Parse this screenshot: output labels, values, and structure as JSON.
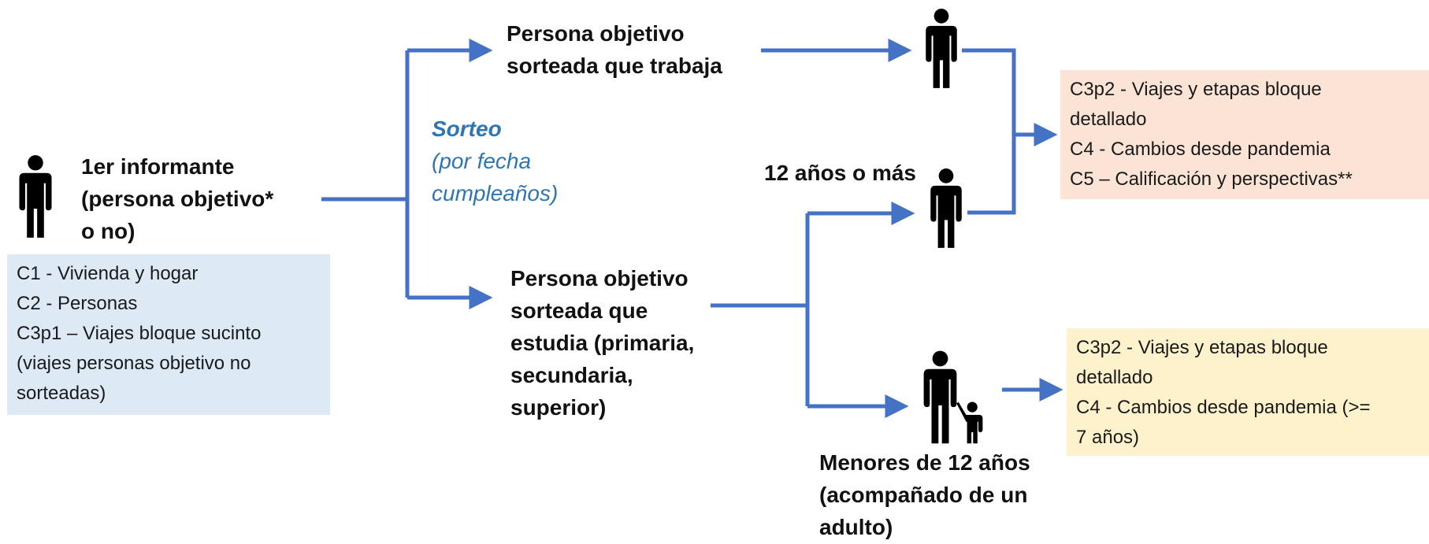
{
  "colors": {
    "arrow": "#4472c4",
    "sorteo_text": "#2e75b6",
    "box_blue": "#dde9f5",
    "box_salmon": "#fbe4d5",
    "box_yellow": "#fef2cc",
    "icon": "#000000"
  },
  "nodes": {
    "informant": "1er informante\n(persona objetivo*\no no)",
    "worker": "Persona objetivo\nsorteada que trabaja",
    "student": "Persona objetivo\nsorteada que\nestudia (primaria,\nsecundaria,\nsuperior)",
    "sorteo_title": "Sorteo",
    "sorteo_sub": "(por fecha\ncumpleaños)",
    "age12plus": "12 años o más",
    "under12": "Menores de 12 años\n(acompañado de un\nadulto)"
  },
  "boxes": {
    "blue": "C1 - Vivienda y hogar\nC2 -  Personas\nC3p1 – Viajes bloque sucinto\n(viajes personas objetivo no\nsorteadas)",
    "salmon": "C3p2 - Viajes y etapas bloque\ndetallado\nC4 - Cambios desde pandemia\nC5 – Calificación y perspectivas**",
    "yellow": "C3p2 - Viajes y etapas bloque\ndetallado\nC4 - Cambios desde pandemia (>=\n7 años)"
  },
  "icons": [
    "person-icon",
    "adult-with-child-icon"
  ]
}
